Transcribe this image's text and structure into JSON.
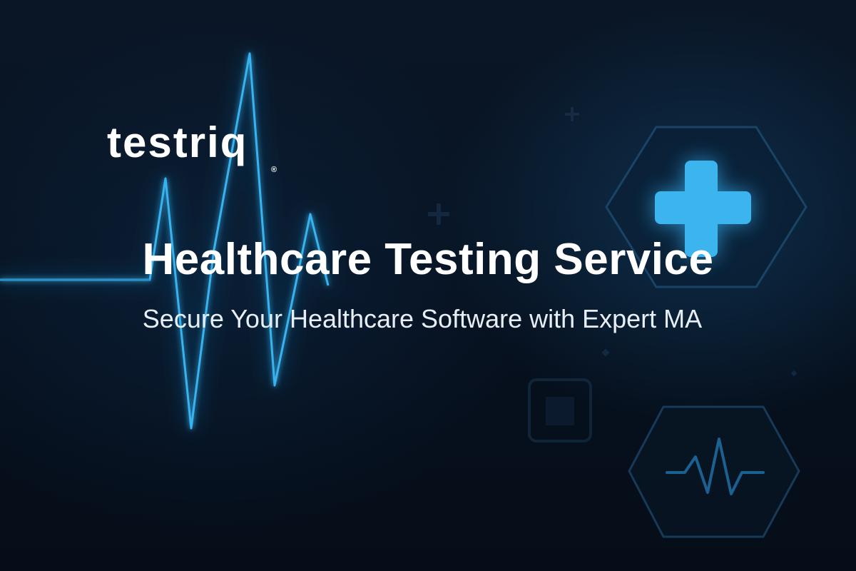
{
  "brand": {
    "logo_text": "testriq",
    "registered_mark": "®"
  },
  "hero": {
    "title": "Healthcare Testing Service",
    "subtitle": "Secure Your Healthcare Software with Expert MA"
  },
  "icons": [
    "heartbeat-line-icon",
    "medical-cross-icon",
    "pulse-icon",
    "hexagon-frame-icon"
  ],
  "colors": {
    "background": "#06111f",
    "accent": "#2ea8e6",
    "cross": "#3cb4ee",
    "text": "#ffffff"
  }
}
